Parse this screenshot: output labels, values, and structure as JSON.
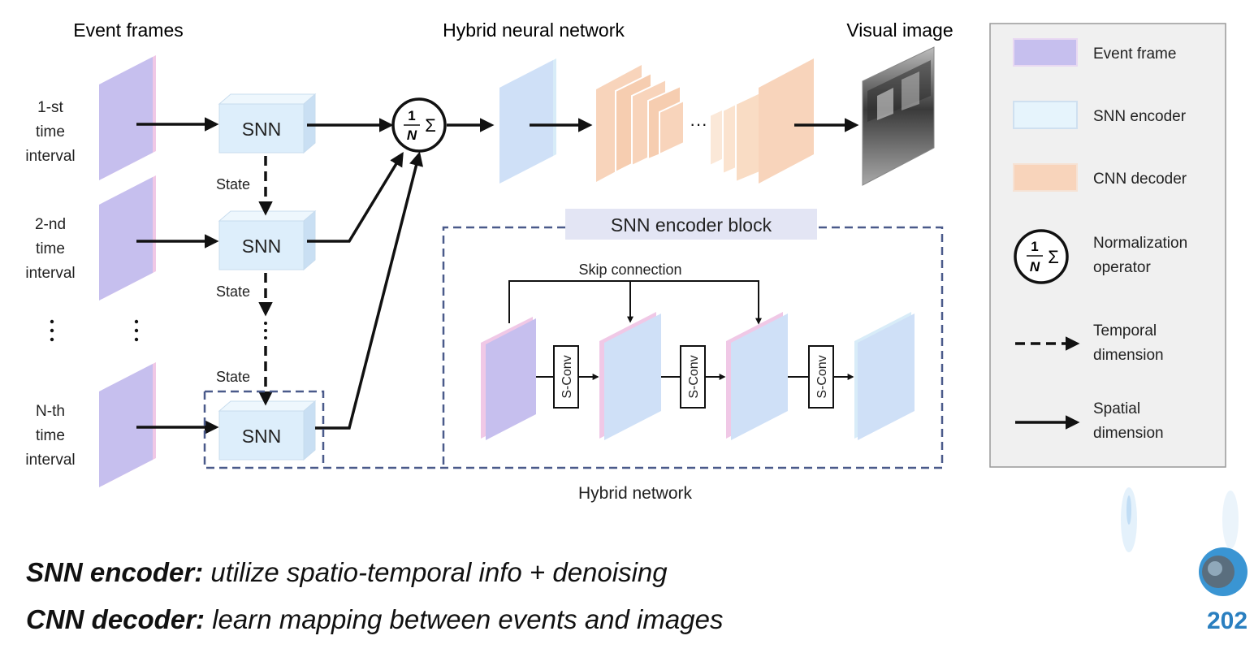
{
  "headers": {
    "event_frames": "Event frames",
    "hybrid_neural_network": "Hybrid neural network",
    "visual_image": "Visual image"
  },
  "intervals": [
    [
      "1-st",
      "time",
      "interval"
    ],
    [
      "2-nd",
      "time",
      "interval"
    ],
    [
      "N-th",
      "time",
      "interval"
    ]
  ],
  "snn_label": "SNN",
  "state_label": "State",
  "ellipsis_h": "···",
  "encoder_block": {
    "title": "SNN encoder block",
    "skip_connection": "Skip connection",
    "sconv_label": "S-Conv"
  },
  "hybrid_network_label": "Hybrid network",
  "norm_operator": {
    "numerator": "1",
    "denominator": "N",
    "sigma": "Σ"
  },
  "legend": {
    "event_frame": "Event frame",
    "snn_encoder": "SNN encoder",
    "cnn_decoder": "CNN decoder",
    "normalization": [
      "Normalization",
      "operator"
    ],
    "temporal": [
      "Temporal",
      "dimension"
    ],
    "spatial": [
      "Spatial",
      "dimension"
    ]
  },
  "captions": {
    "line1_bold": "SNN encoder:",
    "line1_rest": " utilize spatio-temporal info + denoising",
    "line2_bold": "CNN decoder:",
    "line2_rest": " learn mapping between events and images"
  },
  "logo": {
    "year": "202"
  },
  "colors": {
    "event_frame": "#c6bfee",
    "event_frame_edge": "#f0c8e6",
    "snn_encoder": "#e0f1fb",
    "snn_encoder_front": "#d8e8fa",
    "cnn_decoder": "#f8d2b6",
    "dashed_box": "#4a5a8a",
    "block_title_bg": "#e3e5f4",
    "legend_bg": "#f0f0f0"
  }
}
